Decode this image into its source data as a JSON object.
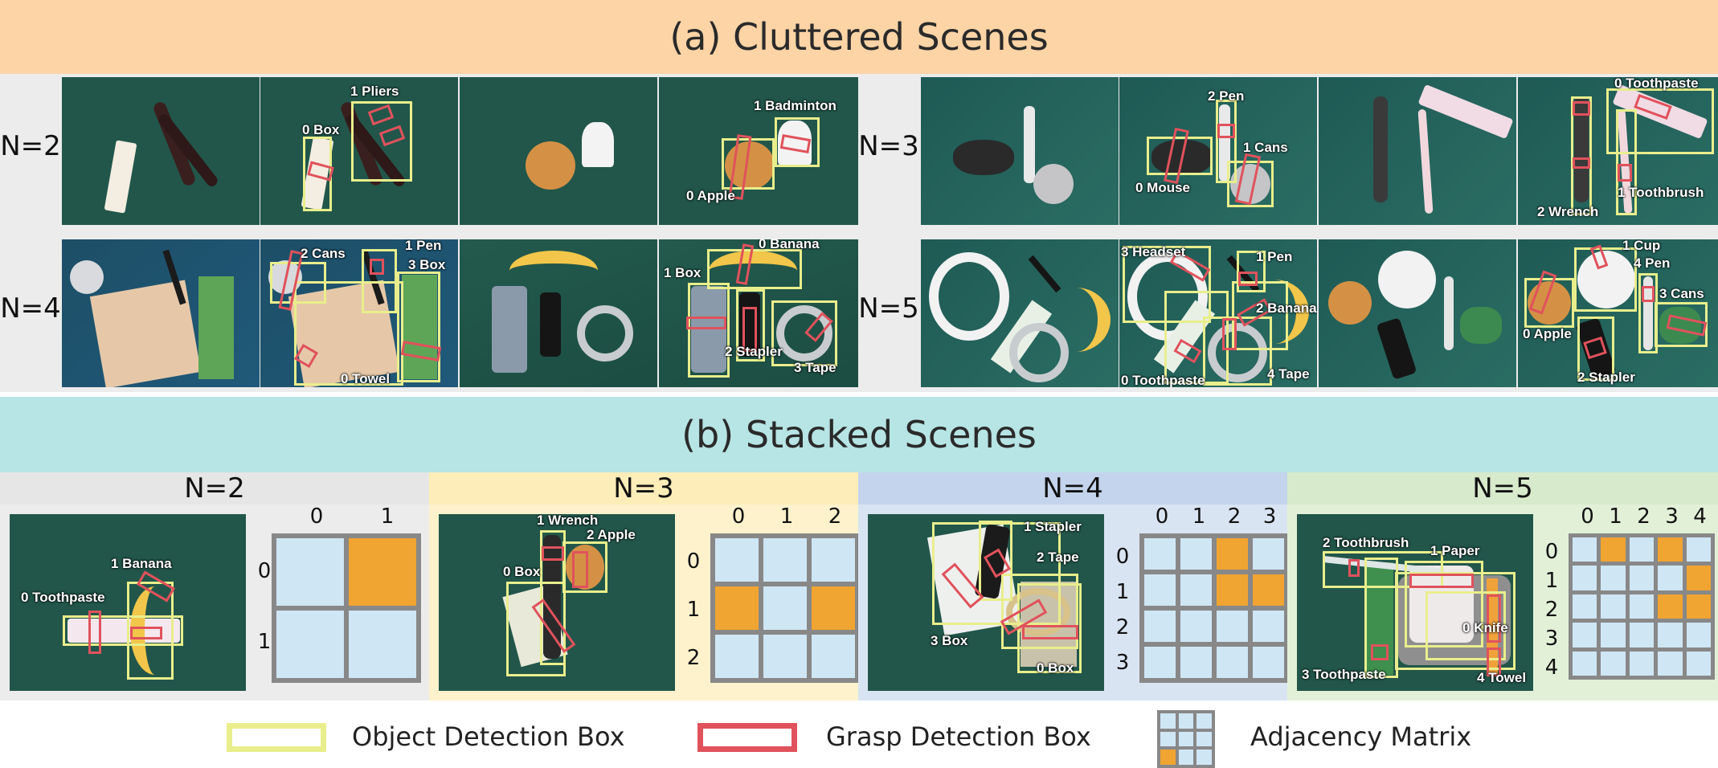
{
  "cluttered": {
    "title": "(a) Cluttered Scenes",
    "rows": [
      {
        "left_n": "N=2",
        "right_n": "N=3"
      },
      {
        "left_n": "N=4",
        "right_n": "N=5"
      }
    ],
    "labels": {
      "r1a": [
        "1 Pliers",
        "0 Box"
      ],
      "r1b": [
        "1 Badminton",
        "0 Apple"
      ],
      "r1c": [
        "2 Pen",
        "1 Cans",
        "0 Mouse"
      ],
      "r1d": [
        "0 Toothpaste",
        "2 Wrench",
        "1 Toothbrush"
      ],
      "r2a": [
        "2 Cans",
        "1 Pen",
        "3 Box",
        "0 Towel"
      ],
      "r2b": [
        "0 Banana",
        "1 Box",
        "2 Stapler",
        "3 Tape"
      ],
      "r2c": [
        "3 Headset",
        "1 Pen",
        "2 Banana",
        "0 Toothpaste",
        "4 Tape"
      ],
      "r2d": [
        "1 Cup",
        "4 Pen",
        "3 Cans",
        "0 Apple",
        "2 Stapler"
      ]
    }
  },
  "stacked": {
    "title": "(b) Stacked Scenes",
    "panels": [
      {
        "n": "N=2",
        "labels": [
          "1 Banana",
          "0 Toothpaste"
        ],
        "indices": [
          "0",
          "1"
        ]
      },
      {
        "n": "N=3",
        "labels": [
          "1 Wrench",
          "2 Apple",
          "0 Box"
        ],
        "indices": [
          "0",
          "1",
          "2"
        ]
      },
      {
        "n": "N=4",
        "labels": [
          "1 Stapler",
          "2 Tape",
          "3 Box",
          "0 Box"
        ],
        "indices": [
          "0",
          "1",
          "2",
          "3"
        ]
      },
      {
        "n": "N=5",
        "labels": [
          "2 Toothbrush",
          "1 Paper",
          "0 Knife",
          "3 Toothpaste",
          "4 Towel"
        ],
        "indices": [
          "0",
          "1",
          "2",
          "3",
          "4"
        ]
      }
    ],
    "matrices": [
      [
        [
          0,
          1
        ],
        [
          0,
          0
        ]
      ],
      [
        [
          0,
          0,
          0
        ],
        [
          1,
          0,
          1
        ],
        [
          0,
          0,
          0
        ]
      ],
      [
        [
          0,
          0,
          1,
          0
        ],
        [
          0,
          0,
          1,
          1
        ],
        [
          0,
          0,
          0,
          0
        ],
        [
          0,
          0,
          0,
          0
        ]
      ],
      [
        [
          0,
          1,
          0,
          1,
          0
        ],
        [
          0,
          0,
          0,
          0,
          1
        ],
        [
          0,
          0,
          0,
          1,
          1
        ],
        [
          0,
          0,
          0,
          0,
          0
        ],
        [
          0,
          0,
          0,
          0,
          0
        ]
      ]
    ]
  },
  "legend": {
    "object_box": "Object Detection Box",
    "grasp_box": "Grasp Detection Box",
    "adjacency": "Adjacency Matrix"
  },
  "colors": {
    "header_a": "#fdd4a6",
    "header_b": "#b7e4e4",
    "band_n2": "#e6e6e6",
    "band_n3": "#fdedb8",
    "band_n4": "#c4d4ec",
    "band_n5": "#d7eacb",
    "object_box": "#e9ee8c",
    "grasp_box": "#e0525c",
    "matrix_on": "#f0a431",
    "matrix_off": "#cfe6f5"
  }
}
